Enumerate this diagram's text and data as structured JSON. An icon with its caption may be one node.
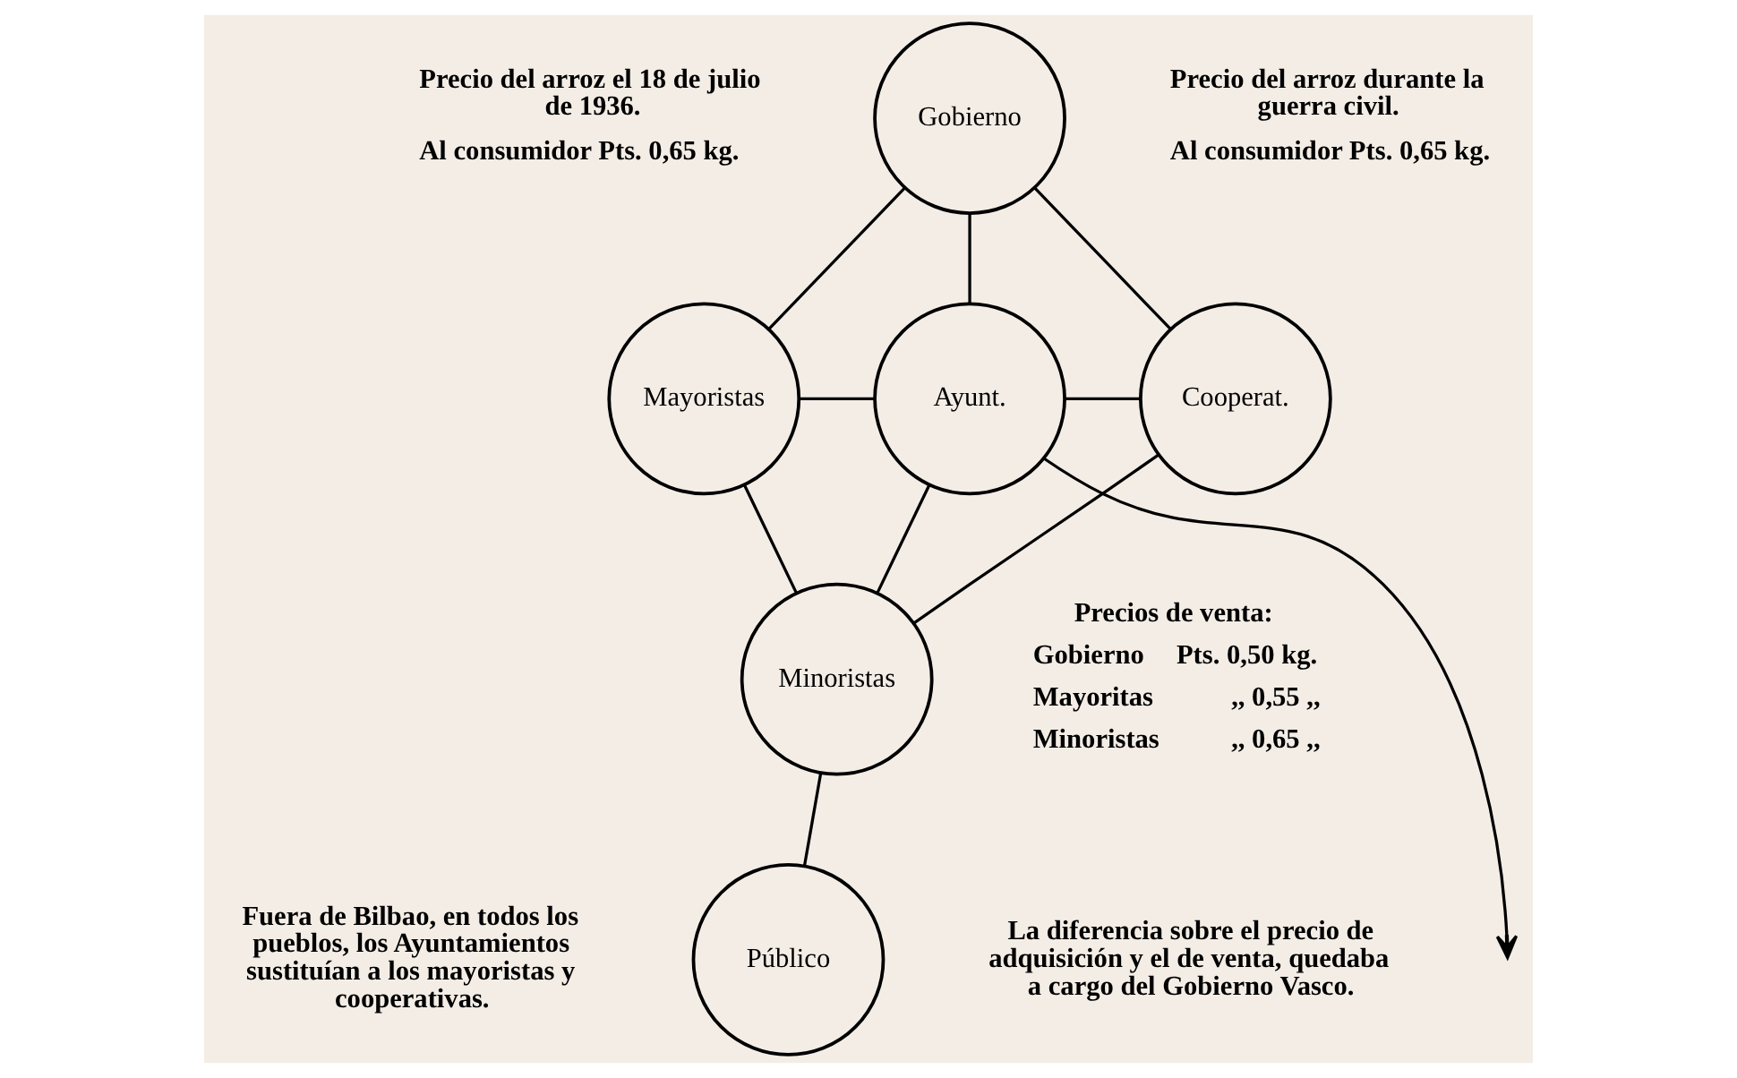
{
  "diagram": {
    "nodes": [
      {
        "text": [
          "Gobierno"
        ]
      },
      {
        "text": [
          "Mayoristas"
        ]
      },
      {
        "text": [
          "Ayunt."
        ]
      },
      {
        "text": [
          "Cooperat."
        ]
      },
      {
        "text": [
          "Minoristas"
        ]
      },
      {
        "text": [
          "Público"
        ]
      }
    ],
    "edges": [
      {
        "from": 0,
        "to": 1,
        "arrow": "none"
      },
      {
        "from": 0,
        "to": 2,
        "arrow": "none"
      },
      {
        "from": 0,
        "to": 3,
        "arrow": "none"
      },
      {
        "from": 1,
        "to": 2,
        "arrow": "none"
      },
      {
        "from": 2,
        "to": 3,
        "arrow": "none"
      },
      {
        "from": 1,
        "to": 4,
        "arrow": "none"
      },
      {
        "from": 2,
        "to": 4,
        "arrow": "none"
      },
      {
        "from": 3,
        "to": 4,
        "arrow": "none"
      },
      {
        "from": 4,
        "to": 5,
        "arrow": "none"
      },
      {
        "from": 2,
        "to": null,
        "arrow": "to"
      }
    ],
    "labels": [
      "Precio del arroz el 18 de julio de 1936.",
      "Al consumidor Pts. 0,65 kg.",
      "Precio del arroz durante la guerra civil.",
      "Al consumidor Pts. 0,65 kg.",
      "Precios de venta:",
      "Gobierno",
      "Pts. 0,50 kg.",
      "Mayoritas",
      ",, 0,55 ,,",
      "Minoristas",
      ",, 0,65 ,,",
      "La diferencia sobre el precio de adquisición y el de venta, quedaba a cargo del Gobierno Vasco.",
      "Fuera de Bilbao, en todos los pueblos, los Ayuntamientos sustituían a los mayoristas y cooperativas."
    ]
  }
}
